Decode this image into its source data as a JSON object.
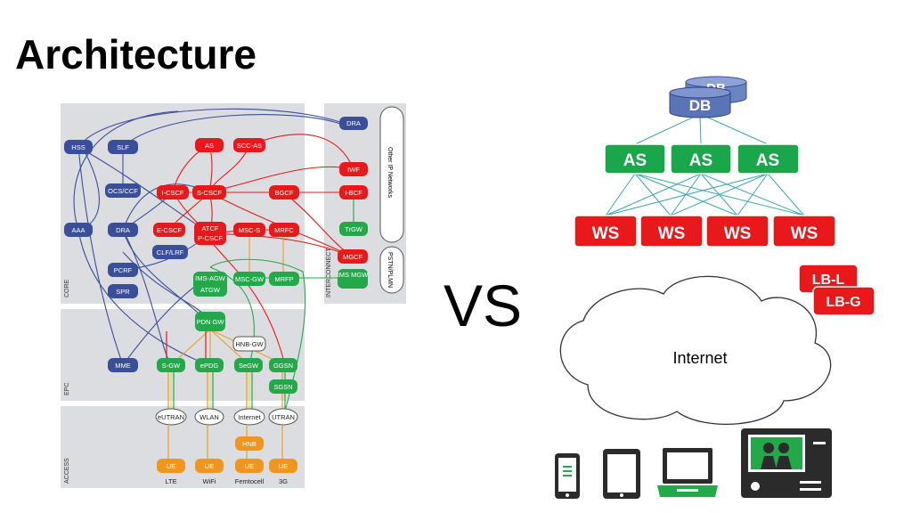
{
  "slide": {
    "title": "Architecture",
    "vs": "VS"
  },
  "colors": {
    "red": "#e8181b",
    "green": "#23a84a",
    "blue": "#3a4f9a",
    "db": "#5a74b8",
    "panel": "#dcdde0"
  },
  "ims": {
    "zones": [
      "CORE",
      "EPC",
      "ACCESS",
      "INTERCONNECT"
    ],
    "nodes": {
      "hss": "HSS",
      "slf": "SLF",
      "as": "AS",
      "sccas": "SCC-AS",
      "dra_top": "DRA",
      "ocs": "OCS/CCF",
      "icscf": "I-CSCF",
      "scscf": "S-CSCF",
      "bgcf": "BGCF",
      "iwf": "IWF",
      "ibcf": "I-BCF",
      "aaa": "AAA",
      "dra": "DRA",
      "ecscf": "E-CSCF",
      "atcf": "ATCF",
      "pcscf": "P-CSCF",
      "mscs": "MSC-S",
      "mrfc": "MRFC",
      "trgw": "TrGW",
      "clf": "CLF/LRF",
      "mgcf": "MGCF",
      "pcrf": "PCRF",
      "imsagw": "IMS-AGW",
      "atgw": "ATGW",
      "mscgw": "MSC-GW",
      "mrfp": "MRFP",
      "imsmgw": "IMS MGW",
      "spr": "SPR",
      "pdngw": "PDN GW",
      "hnbgw": "HNB-GW",
      "mme": "MME",
      "sgw": "S-GW",
      "epdg": "ePDG",
      "segw": "SeGW",
      "ggsn": "GGSN",
      "sgsn": "SGSN",
      "eutran": "eUTRAN",
      "wlan": "WLAN",
      "internet": "Internet",
      "utran": "UTRAN",
      "hnb": "HNB",
      "ue1": "UE",
      "ue2": "UE",
      "ue3": "UE",
      "ue4": "UE"
    },
    "access_labels": [
      "LTE",
      "WiFi",
      "Femtocell",
      "3G"
    ],
    "other_ip": "Other IP Networks",
    "pstn": "PSTN/PLMN"
  },
  "web": {
    "db_back": "DB",
    "db_front": "DB",
    "app_servers": [
      "AS",
      "AS",
      "AS"
    ],
    "web_servers": [
      "WS",
      "WS",
      "WS",
      "WS"
    ],
    "lb_local": "LB-L",
    "lb_global": "LB-G",
    "cloud": "Internet",
    "devices": [
      "phone-icon",
      "tablet-icon",
      "laptop-icon",
      "video-terminal-icon"
    ]
  }
}
